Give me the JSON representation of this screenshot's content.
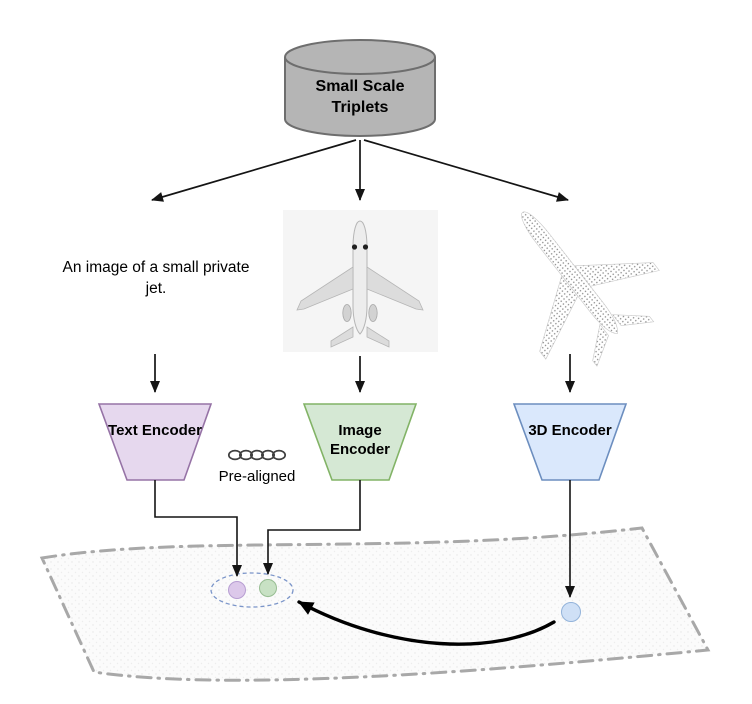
{
  "diagram": {
    "dataset_label": "Small Scale Triplets",
    "text_sample": "An image of a small private jet.",
    "encoders": {
      "text": "Text Encoder",
      "image": "Image Encoder",
      "three_d": "3D Encoder"
    },
    "prealigned_label": "Pre-aligned",
    "icons": {
      "dataset": "cylinder-database-icon",
      "prealigned": "chain-links-icon"
    },
    "colors": {
      "cylinder_fill": "#b5b5b5",
      "cylinder_border": "#6e6e6e",
      "text_encoder_fill": "#e6d8ee",
      "text_encoder_border": "#9673a6",
      "image_encoder_fill": "#d5e8d4",
      "image_encoder_border": "#82b366",
      "threed_encoder_fill": "#dae8fc",
      "threed_encoder_border": "#6c8ebf",
      "text_dot": "#dcc8ea",
      "image_dot": "#c8e1c4",
      "threed_dot": "#cfe0f6",
      "align_ellipse": "#7b95c9"
    }
  }
}
